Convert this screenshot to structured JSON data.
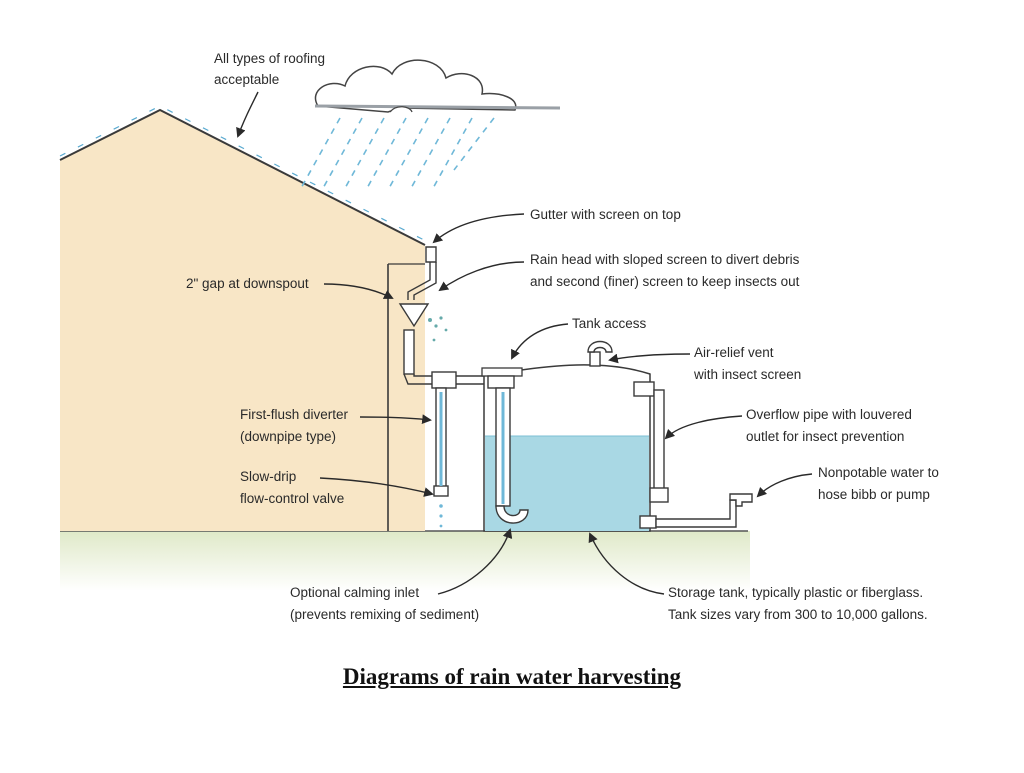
{
  "labels": {
    "roofing": [
      "All types of roofing",
      "acceptable"
    ],
    "gutter": [
      "Gutter with screen on top"
    ],
    "rain_head": [
      "Rain head with sloped screen to divert debris",
      "and second (finer) screen to keep insects out"
    ],
    "gap": [
      "2\" gap at downspout"
    ],
    "tank_access": [
      "Tank access"
    ],
    "air_relief": [
      "Air-relief vent",
      "with insect screen"
    ],
    "first_flush": [
      "First-flush diverter",
      "(downpipe type)"
    ],
    "overflow": [
      "Overflow pipe with louvered",
      "outlet for insect prevention"
    ],
    "slow_drip": [
      "Slow-drip",
      "flow-control valve"
    ],
    "nonpotable": [
      "Nonpotable water to",
      "hose bibb or pump"
    ],
    "calming": [
      "Optional calming inlet",
      "(prevents remixing of sediment)"
    ],
    "storage": [
      "Storage tank, typically plastic or fiberglass.",
      "Tank sizes vary from 300 to 10,000 gallons."
    ]
  },
  "caption": "Diagrams of rain water harvesting",
  "colors": {
    "house_wall": "#f8e6c6",
    "house_outline": "#3a3a3a",
    "roof_accent": "#5aaad0",
    "water": "#a9d8e4",
    "rain": "#6fb8d8",
    "ground": "#e6eed2",
    "cloud_fill": "#ffffff",
    "cloud_shadow": "#9aa0a6"
  }
}
